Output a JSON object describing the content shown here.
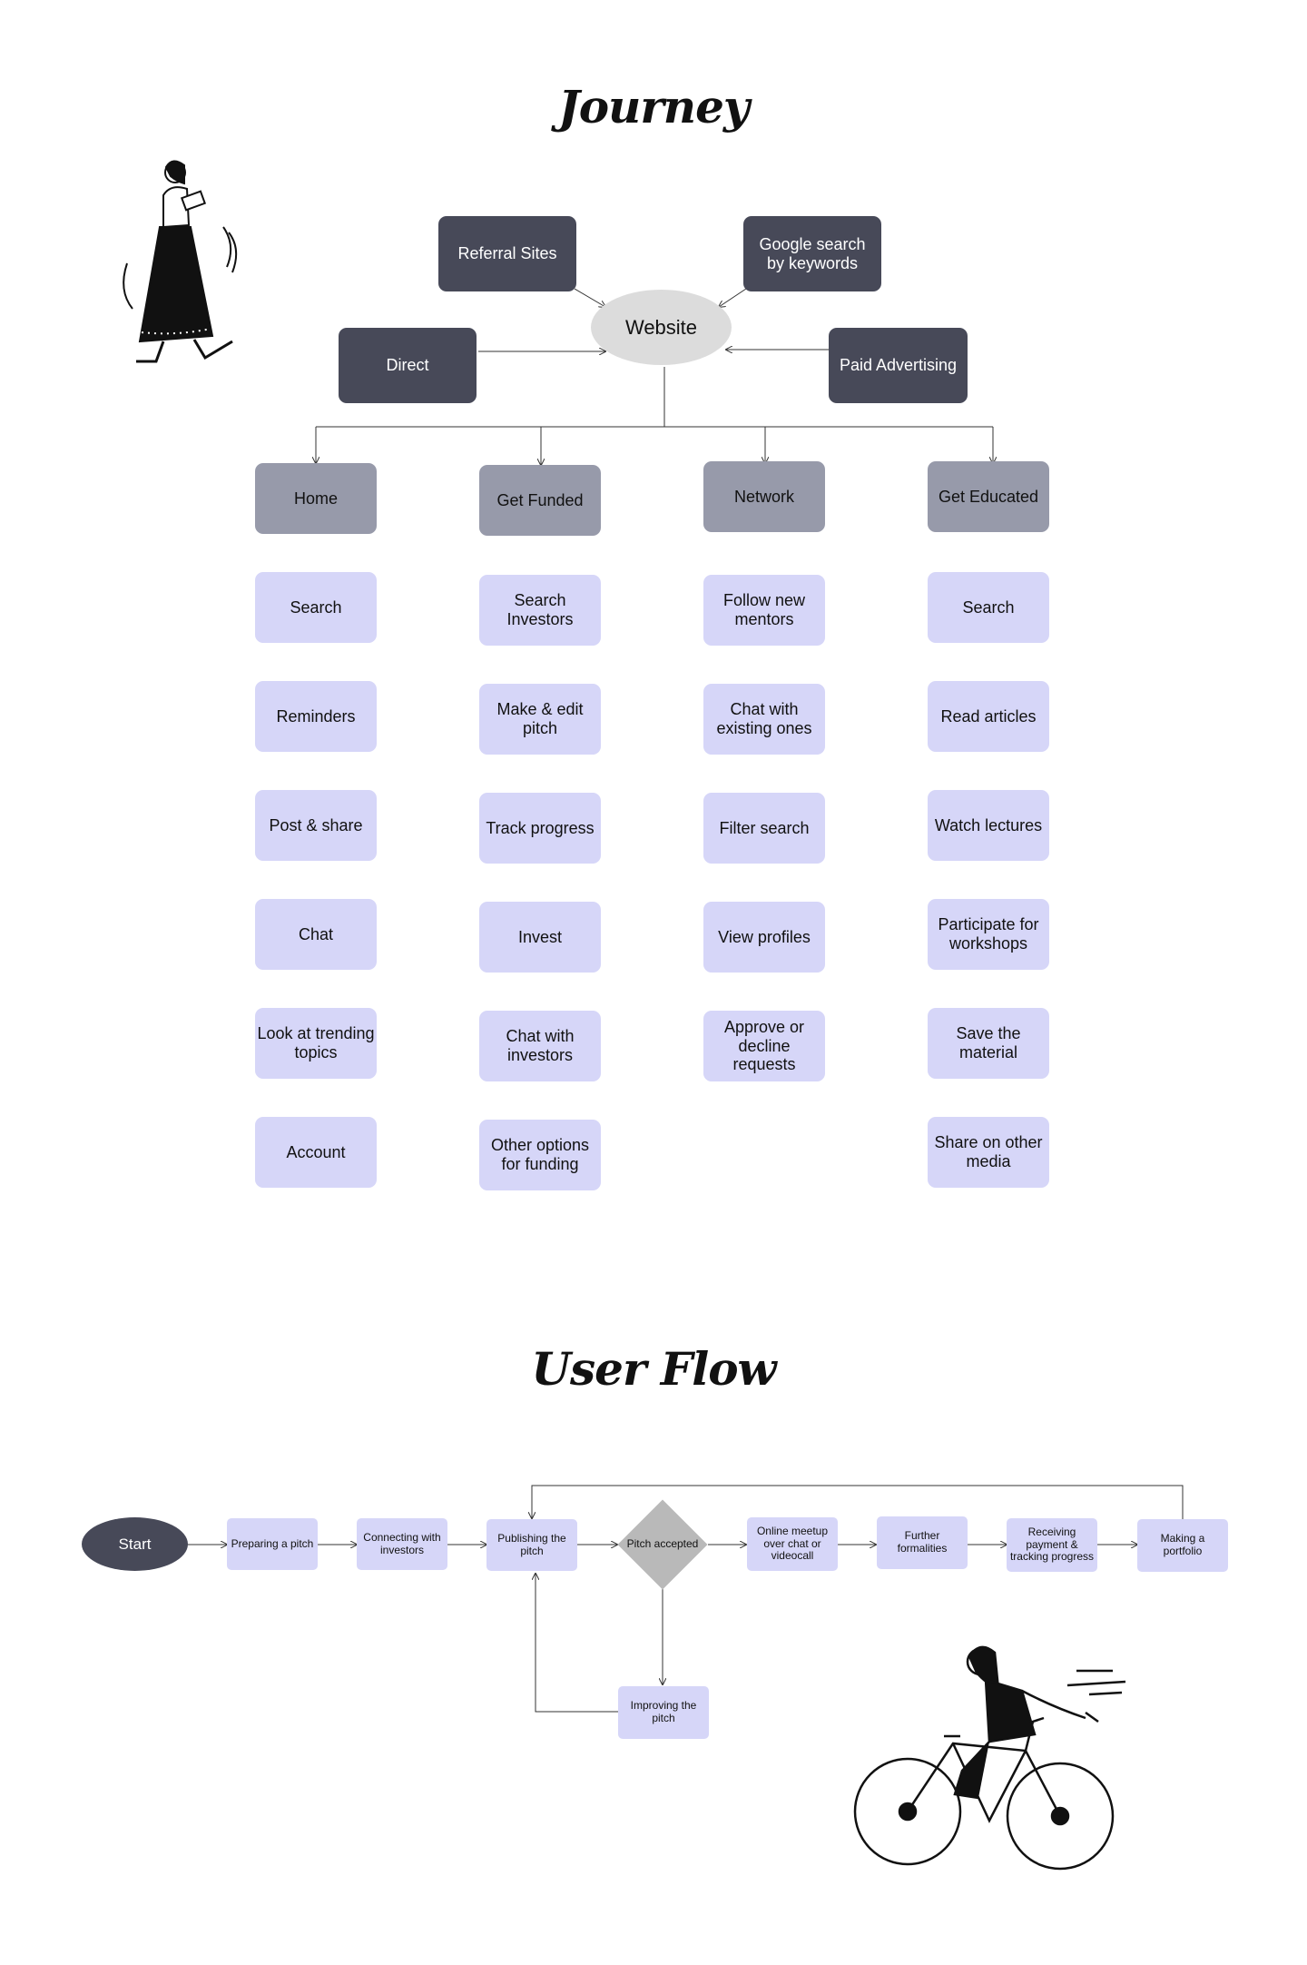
{
  "journey": {
    "title": "Journey",
    "sources": [
      "Referral Sites",
      "Google search by keywords",
      "Direct",
      "Paid Advertising"
    ],
    "hub": "Website",
    "columns": [
      {
        "category": "Home",
        "items": [
          "Search",
          "Reminders",
          "Post & share",
          "Chat",
          "Look at trending topics",
          "Account"
        ]
      },
      {
        "category": "Get Funded",
        "items": [
          "Search Investors",
          "Make & edit pitch",
          "Track progress",
          "Invest",
          "Chat with investors",
          "Other options for funding"
        ]
      },
      {
        "category": "Network",
        "items": [
          "Follow new mentors",
          "Chat with existing ones",
          "Filter search",
          "View profiles",
          "Approve or decline requests"
        ]
      },
      {
        "category": "Get Educated",
        "items": [
          "Search",
          "Read articles",
          "Watch lectures",
          "Participate for workshops",
          "Save the material",
          "Share on other media"
        ]
      }
    ]
  },
  "user_flow": {
    "title": "User Flow",
    "start": "Start",
    "steps": [
      "Preparing a pitch",
      "Connecting with investors",
      "Publishing the pitch"
    ],
    "decision": "Pitch accepted",
    "after": [
      "Online meetup over chat or videocall",
      "Further formalities",
      "Receiving payment & tracking progress",
      "Making a portfolio"
    ],
    "improve": "Improving the pitch"
  },
  "colors": {
    "source": "#474958",
    "category": "#979aaa",
    "item": "#d6d6f8",
    "hub": "#dcdcdc",
    "decision": "#b9b9b9"
  }
}
